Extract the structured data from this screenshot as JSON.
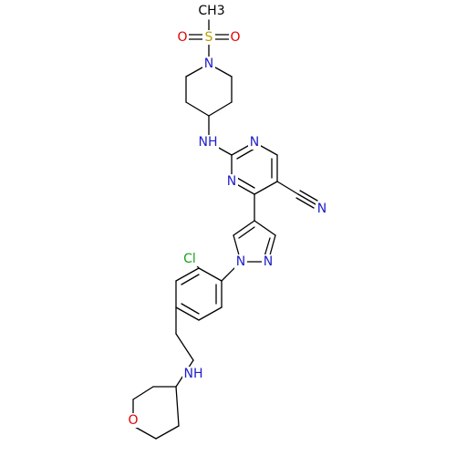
{
  "molecule": {
    "colors": {
      "carbon_bond": "#000000",
      "nitrogen": "#1e1ec8",
      "oxygen": "#e00000",
      "sulfur": "#b8a000",
      "chlorine": "#1aa01a"
    },
    "labels": {
      "methyl": "CH3",
      "sulfur": "S",
      "oxo_left": "O",
      "oxo_right": "O",
      "piperidine_n": "N",
      "amine_nh_top": "NH",
      "pyrimidine_n3": "N",
      "pyrimidine_n1": "N",
      "nitrile_n": "N",
      "pyrazole_n1": "N",
      "pyrazole_n2": "N",
      "chloro": "Cl",
      "amine_nh_bottom": "NH",
      "oxane_o": "O"
    }
  }
}
